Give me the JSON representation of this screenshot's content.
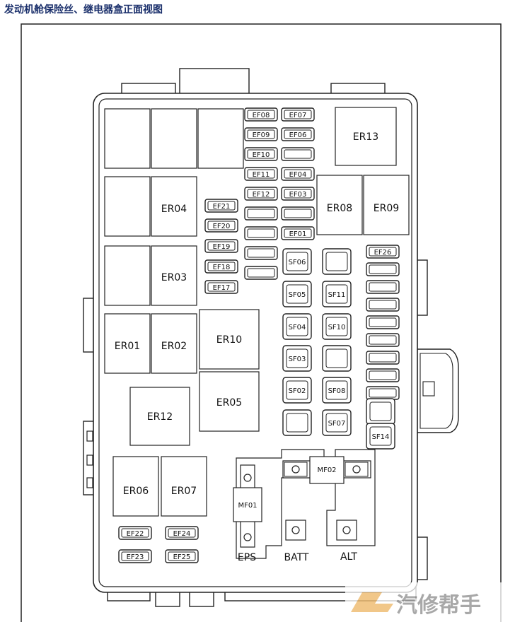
{
  "title": "发动机舱保险丝、继电器盒正面视图",
  "relays": [
    "ER13",
    "ER04",
    "ER08",
    "ER09",
    "ER03",
    "ER01",
    "ER02",
    "ER10",
    "ER05",
    "ER12",
    "ER06",
    "ER07"
  ],
  "fuses": [
    "EF08",
    "EF07",
    "EF09",
    "EF06",
    "EF10",
    "EF11",
    "EF04",
    "EF12",
    "EF03",
    "EF01",
    "EF21",
    "EF20",
    "EF19",
    "EF18",
    "EF17",
    "EF26",
    "EF22",
    "EF24",
    "EF23",
    "EF25"
  ],
  "slow_fuses": [
    "SF06",
    "SF05",
    "SF11",
    "SF04",
    "SF10",
    "SF03",
    "SF02",
    "SF08",
    "SF07",
    "SF14"
  ],
  "mega_fuses": [
    "MF01",
    "MF02"
  ],
  "terminals": [
    "EPS",
    "BATT",
    "ALT"
  ],
  "watermark": "汽修帮手"
}
